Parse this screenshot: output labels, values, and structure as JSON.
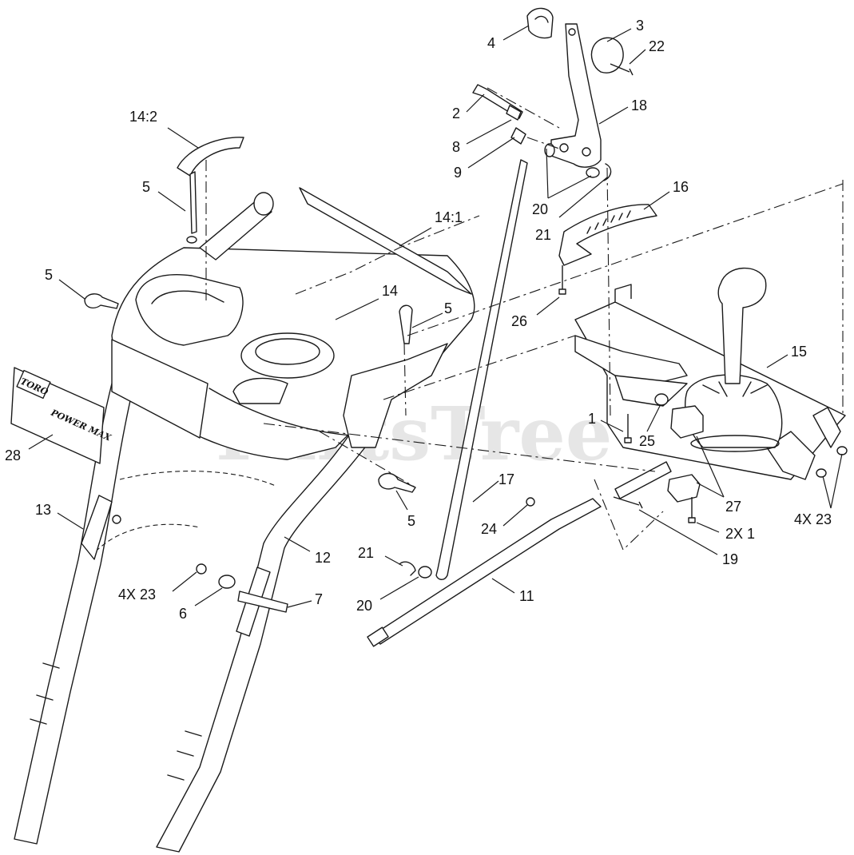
{
  "watermark": "PartsTree",
  "decal": {
    "brand": "TORO",
    "model": "POWER MAX"
  },
  "callouts": [
    {
      "id": "c-4",
      "label": "4"
    },
    {
      "id": "c-3",
      "label": "3"
    },
    {
      "id": "c-22",
      "label": "22"
    },
    {
      "id": "c-2",
      "label": "2"
    },
    {
      "id": "c-18",
      "label": "18"
    },
    {
      "id": "c-14-2",
      "label": "14:2"
    },
    {
      "id": "c-8",
      "label": "8"
    },
    {
      "id": "c-9",
      "label": "9"
    },
    {
      "id": "c-5a",
      "label": "5"
    },
    {
      "id": "c-20a",
      "label": "20"
    },
    {
      "id": "c-16",
      "label": "16"
    },
    {
      "id": "c-14-1",
      "label": "14:1"
    },
    {
      "id": "c-21a",
      "label": "21"
    },
    {
      "id": "c-5b",
      "label": "5"
    },
    {
      "id": "c-14",
      "label": "14"
    },
    {
      "id": "c-5c",
      "label": "5"
    },
    {
      "id": "c-26",
      "label": "26"
    },
    {
      "id": "c-15",
      "label": "15"
    },
    {
      "id": "c-1a",
      "label": "1"
    },
    {
      "id": "c-25",
      "label": "25"
    },
    {
      "id": "c-28",
      "label": "28"
    },
    {
      "id": "c-17",
      "label": "17"
    },
    {
      "id": "c-27",
      "label": "27"
    },
    {
      "id": "c-13",
      "label": "13"
    },
    {
      "id": "c-4x23a",
      "label": "4X 23"
    },
    {
      "id": "c-5d",
      "label": "5"
    },
    {
      "id": "c-24",
      "label": "24"
    },
    {
      "id": "c-2x1",
      "label": "2X 1"
    },
    {
      "id": "c-12",
      "label": "12"
    },
    {
      "id": "c-21b",
      "label": "21"
    },
    {
      "id": "c-19",
      "label": "19"
    },
    {
      "id": "c-4x23b",
      "label": "4X 23"
    },
    {
      "id": "c-6",
      "label": "6"
    },
    {
      "id": "c-7",
      "label": "7"
    },
    {
      "id": "c-20b",
      "label": "20"
    },
    {
      "id": "c-11",
      "label": "11"
    }
  ]
}
